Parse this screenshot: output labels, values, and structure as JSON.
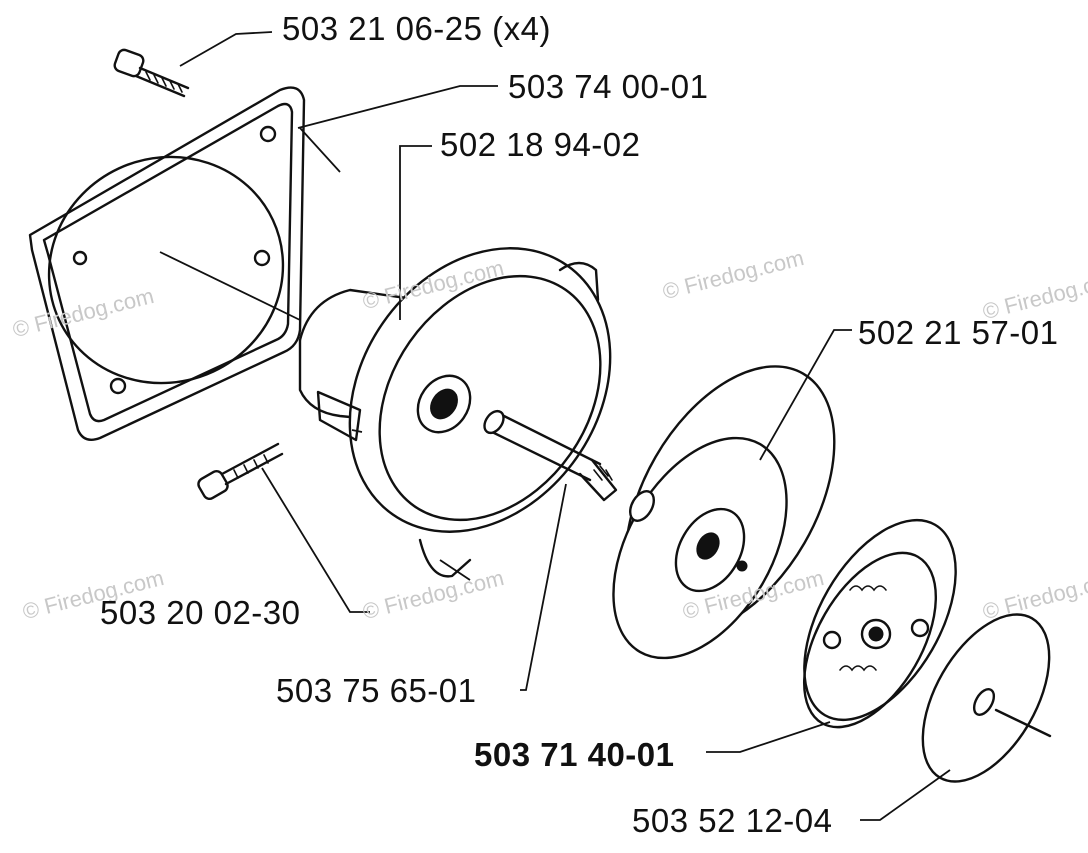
{
  "watermark": "© Firedog.com",
  "parts": [
    {
      "id": "screw-top",
      "number": "503 21 06-25 (x4)",
      "bold": false
    },
    {
      "id": "gasket",
      "number": "503 74 00-01",
      "bold": false
    },
    {
      "id": "housing",
      "number": "502 18 94-02",
      "bold": false
    },
    {
      "id": "drum",
      "number": "502 21 57-01",
      "bold": false
    },
    {
      "id": "screw-bottom",
      "number": "503 20 02-30",
      "bold": false
    },
    {
      "id": "shaft",
      "number": "503 75 65-01",
      "bold": false
    },
    {
      "id": "clutch",
      "number": "503 71 40-01",
      "bold": true
    },
    {
      "id": "washer",
      "number": "503 52 12-04",
      "bold": false
    }
  ]
}
